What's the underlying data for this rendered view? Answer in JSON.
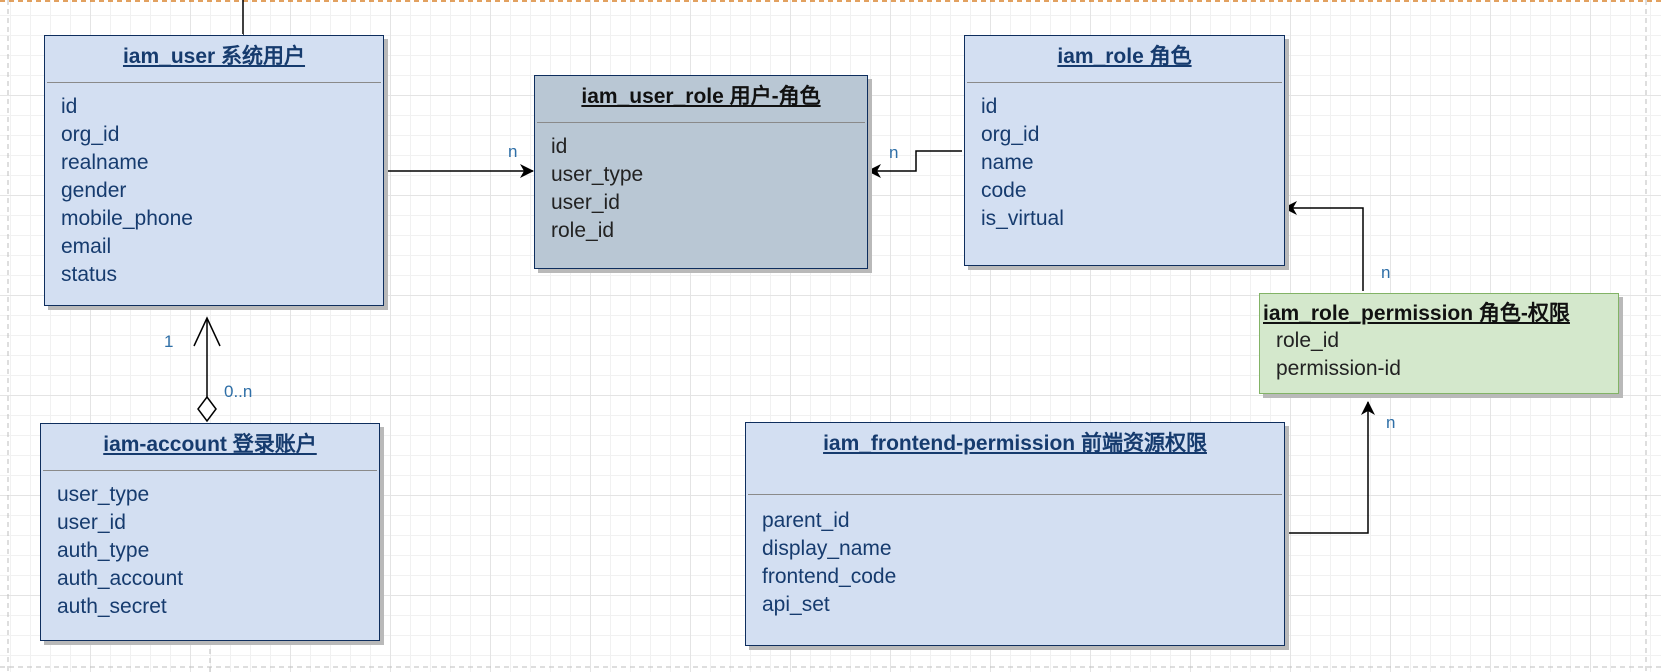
{
  "diagram": {
    "entities": {
      "iam_user": {
        "title": "iam_user 系统用户",
        "fields": [
          "id",
          "org_id",
          "realname",
          "gender",
          "mobile_phone",
          "email",
          "status"
        ]
      },
      "iam_user_role": {
        "title": "iam_user_role 用户-角色",
        "fields": [
          "id",
          "user_type",
          "user_id",
          "role_id"
        ]
      },
      "iam_role": {
        "title": "iam_role 角色",
        "fields": [
          "id",
          "org_id",
          "name",
          "code",
          "is_virtual"
        ]
      },
      "iam_role_permission": {
        "title": "iam_role_permission 角色-权限",
        "fields": [
          "role_id",
          "permission-id"
        ]
      },
      "iam_account": {
        "title": "iam-account 登录账户",
        "fields": [
          "user_type",
          "user_id",
          "auth_type",
          "auth_account",
          "auth_secret"
        ]
      },
      "iam_frontend_permission": {
        "title": "iam_frontend-permission 前端资源权限",
        "fields": [
          "parent_id",
          "display_name",
          "frontend_code",
          "api_set"
        ]
      }
    },
    "labels": {
      "user_to_userrole": "n",
      "role_to_userrole": "n",
      "account_to_user_one": "1",
      "account_to_user_many": "0..n",
      "roleperm_to_role": "n",
      "frontend_to_roleperm": "n"
    },
    "colors": {
      "entity_fill": "#d3dff2",
      "entity_border": "#0e2e5e",
      "link_table_fill": "#b9c7d4",
      "green_fill": "#d4e8cc",
      "green_border": "#82b366",
      "selection_dash": "#d9822b"
    }
  }
}
